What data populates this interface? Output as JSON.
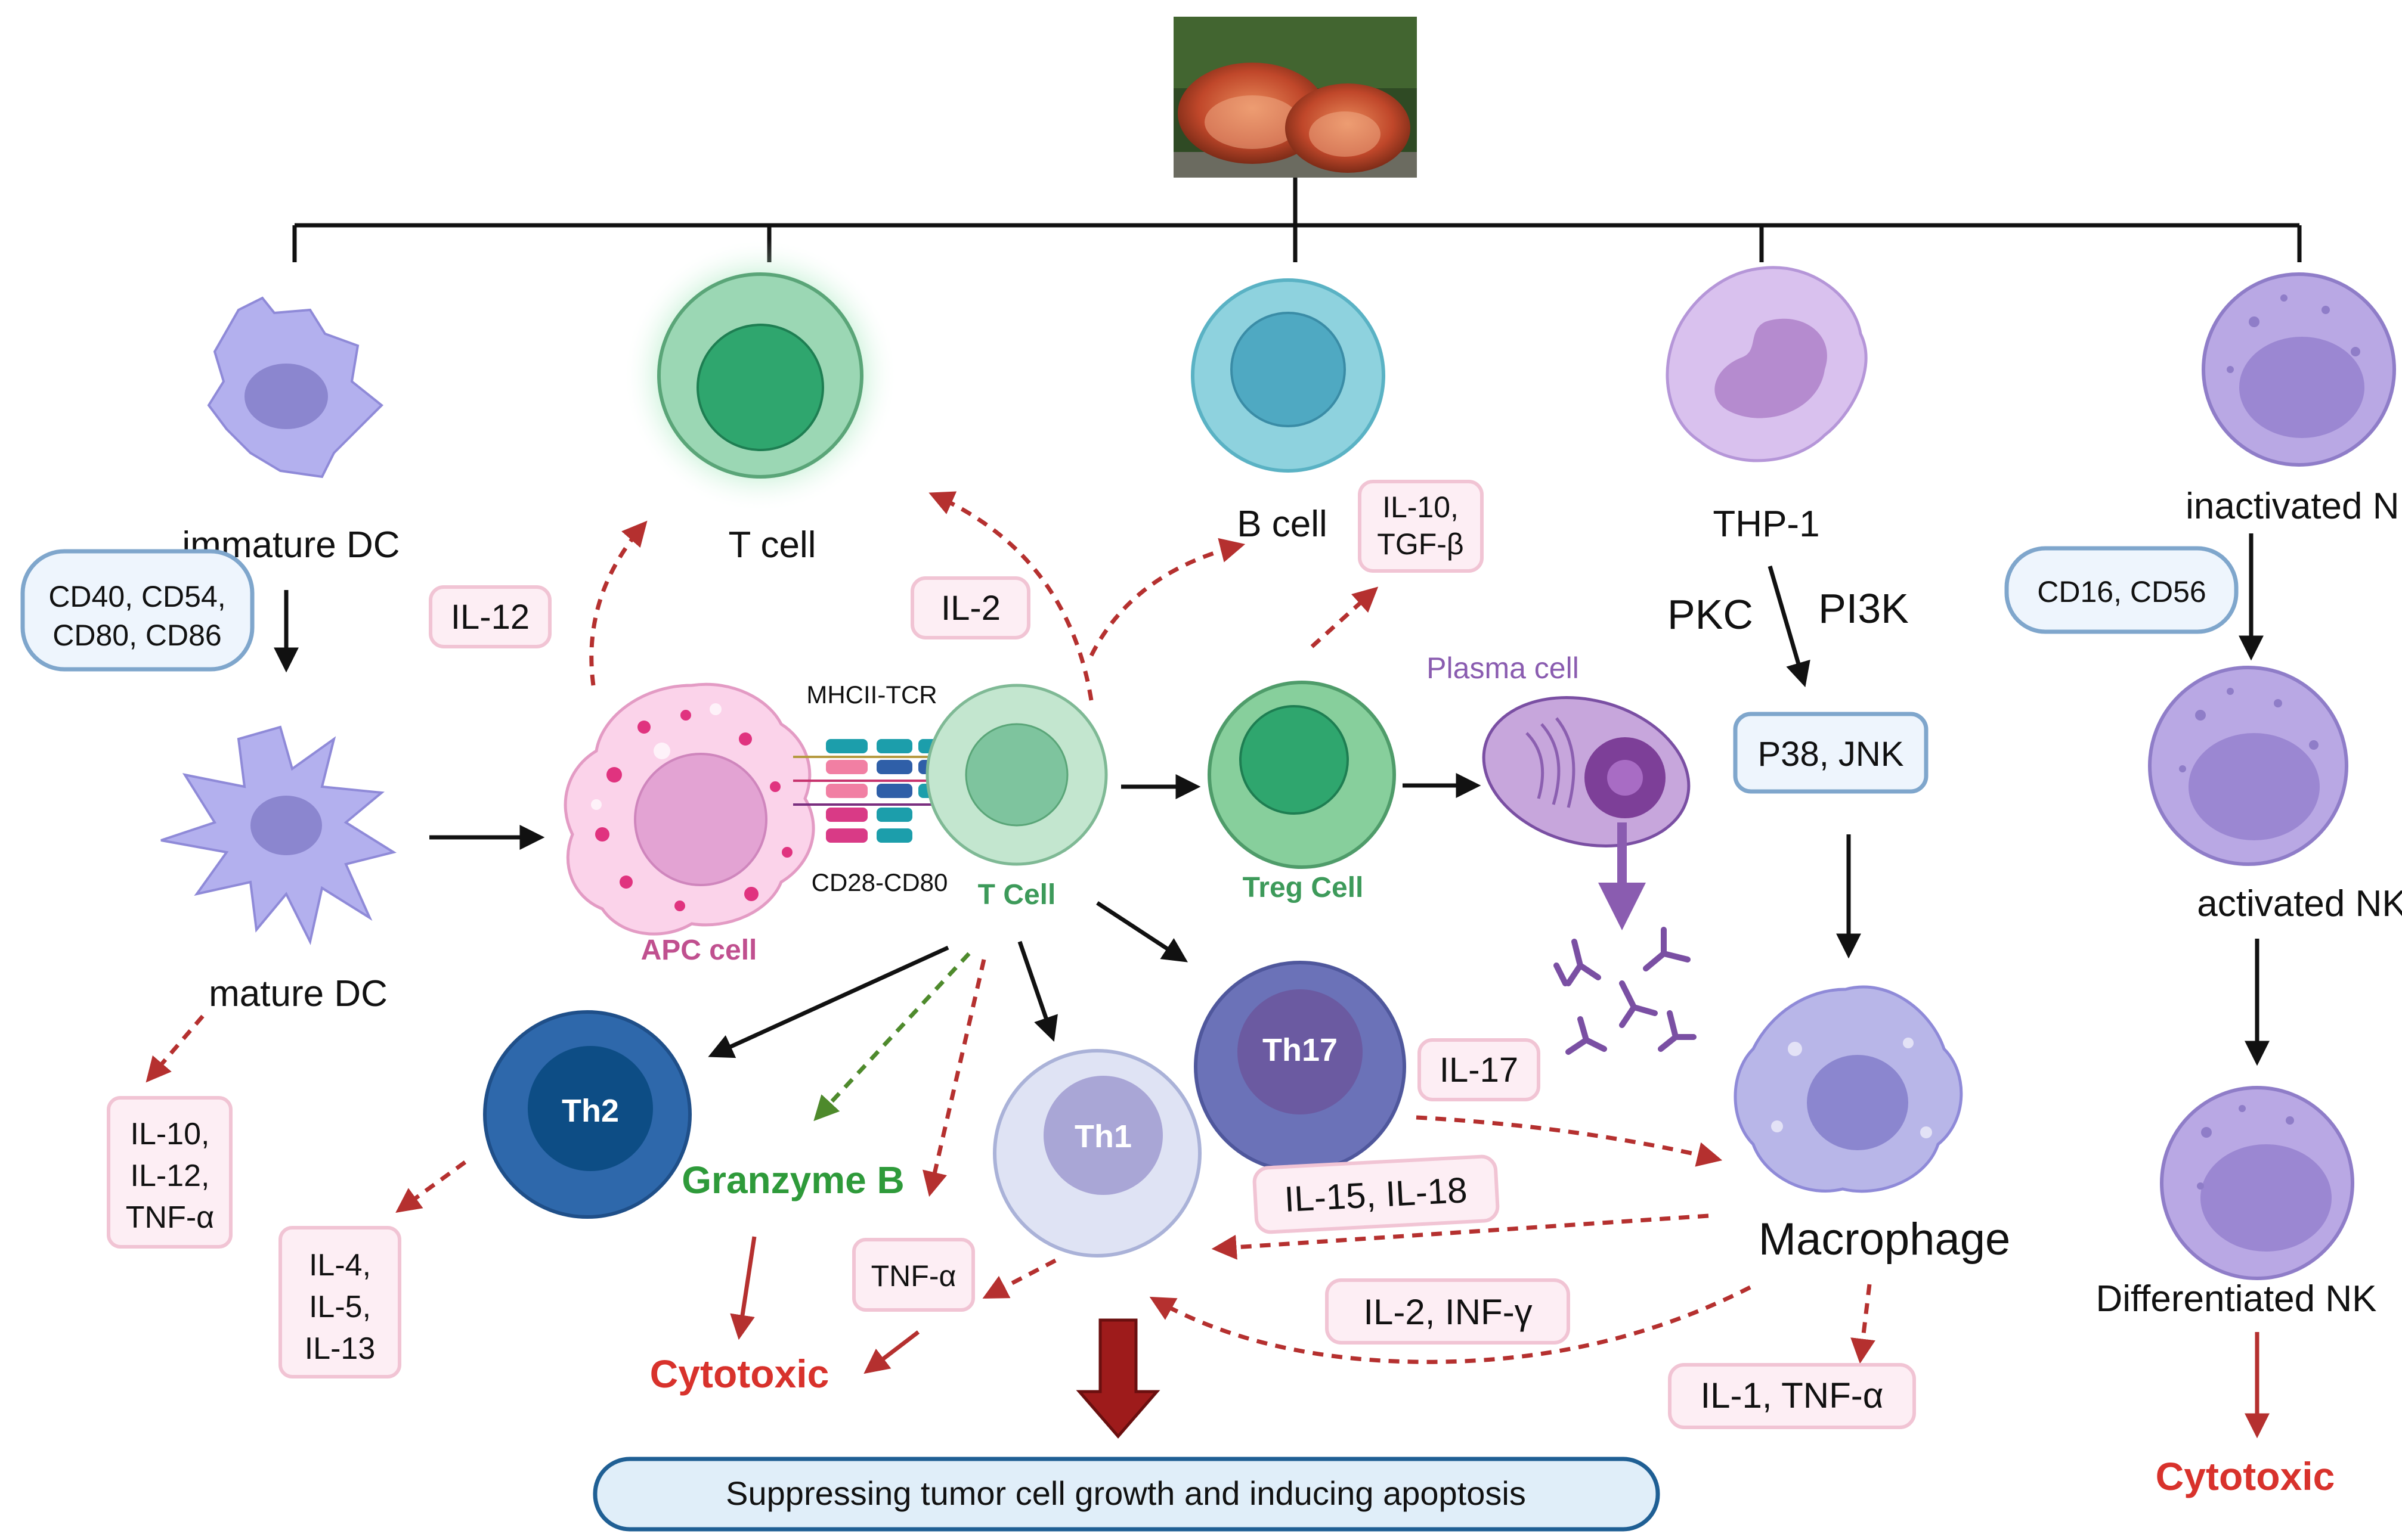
{
  "cells": {
    "immature_dc": "immature DC",
    "mature_dc": "mature DC",
    "t_cell_top": "T cell",
    "b_cell": "B cell",
    "thp1": "THP-1",
    "inactivated_nk": "inactivated NK",
    "activated_nk": "activated NK",
    "differentiated_nk": "Differentiated NK",
    "apc_cell": "APC cell",
    "t_cell_center": "T Cell",
    "treg_cell": "Treg Cell",
    "plasma_cell": "Plasma cell",
    "th2": "Th2",
    "th1": "Th1",
    "th17": "Th17",
    "macrophage": "Macrophage"
  },
  "receptors": {
    "mhcii_tcr": "MHCII-TCR",
    "cd28_cd80": "CD28-CD80"
  },
  "markers": {
    "dc_markers": [
      "CD40, CD54,",
      "CD80, CD86"
    ],
    "nk_markers": "CD16, CD56",
    "p38_jnk": "P38, JNK"
  },
  "pathways": {
    "pkc": "PKC",
    "pi3k": "PI3K"
  },
  "cytokines": {
    "il12": "IL-12",
    "il2": "IL-2",
    "il10_tgfb": [
      "IL-10,",
      "TGF-β"
    ],
    "dc_out": [
      "IL-10,",
      "IL-12,",
      "TNF-α"
    ],
    "th2_out": [
      "IL-4,",
      "IL-5,",
      "IL-13"
    ],
    "tnfa": "TNF-α",
    "il17": "IL-17",
    "il15_il18": "IL-15, IL-18",
    "il2_infg": "IL-2, INF-γ",
    "il1_tnfa": "IL-1,  TNF-α"
  },
  "effects": {
    "granzyme_b": "Granzyme B",
    "cytotoxic_left": "Cytotoxic",
    "cytotoxic_right": "Cytotoxic"
  },
  "outcome": "Suppressing tumor cell growth and inducing apoptosis",
  "colors": {
    "dashed_arrow": "#b5302f",
    "granzyme": "#2e9a3a",
    "cytotoxic": "#d8322c",
    "cytokine_box_fill": "#fdeef4",
    "cytokine_box_stroke": "#f1c4d4",
    "marker_box_fill": "#eef5fd",
    "marker_box_stroke": "#7fa6cc"
  }
}
